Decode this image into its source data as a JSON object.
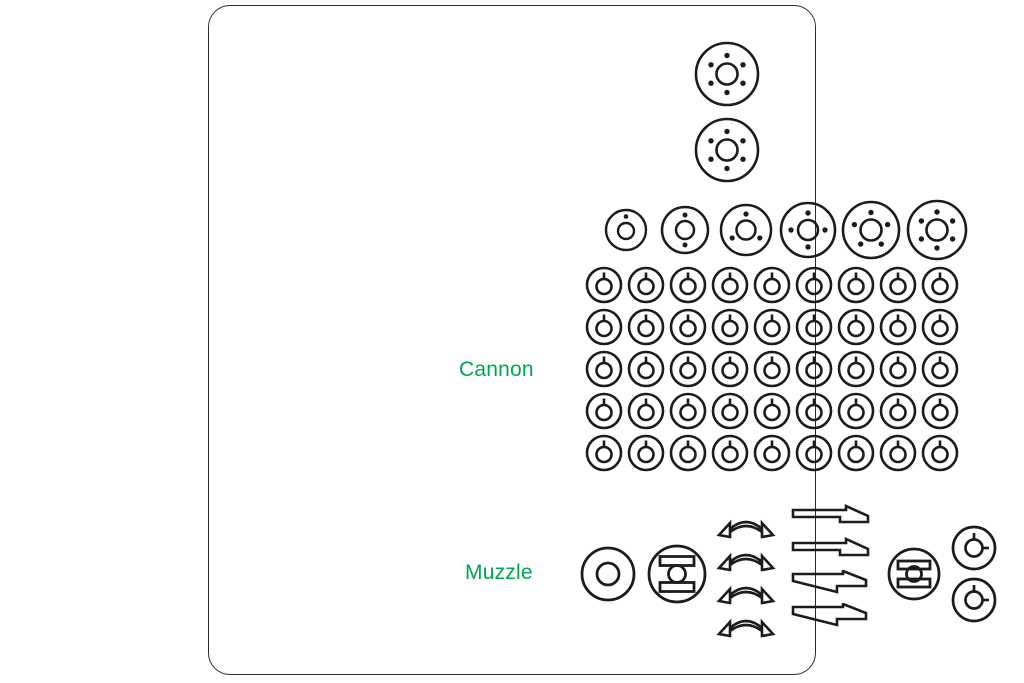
{
  "panel": {
    "background": "#ffffff",
    "border_color": "#2b2b2b",
    "corner_radius": 22
  },
  "accent_color": "#00a650",
  "stroke_color": "#1c1c1c",
  "rows": [
    {
      "key": "cannon",
      "label": "Cannon"
    },
    {
      "key": "muzzle",
      "label": "Muzzle"
    }
  ],
  "top_stack": {
    "name": "six-hole-flange-stack",
    "count": 2,
    "items": [
      {
        "icon": "flange-6-hole-icon",
        "holes": 6,
        "radius": 32
      },
      {
        "icon": "flange-6-hole-icon",
        "holes": 6,
        "radius": 32
      }
    ]
  },
  "flange_progression": {
    "name": "flange-progression-row",
    "count": 6,
    "items": [
      {
        "icon": "flange-1-hole-icon",
        "holes": 1,
        "radius": 22
      },
      {
        "icon": "flange-2-hole-icon",
        "holes": 2,
        "radius": 25
      },
      {
        "icon": "flange-3-hole-icon",
        "holes": 3,
        "radius": 28
      },
      {
        "icon": "flange-4-hole-icon",
        "holes": 4,
        "radius": 30
      },
      {
        "icon": "flange-5-hole-icon",
        "holes": 5,
        "radius": 31
      },
      {
        "icon": "flange-6-hole-icon",
        "holes": 6,
        "radius": 32
      }
    ]
  },
  "cannon_grid": {
    "name": "cannon-port-grid",
    "columns": 9,
    "rows": 5,
    "total": 45,
    "cell_icon": "port-tab-icon",
    "cell_size": 42
  },
  "muzzle_items": {
    "name": "muzzle-component-row",
    "groups": [
      {
        "group": "plain-ring",
        "icon": "ring-icon",
        "count": 1
      },
      {
        "group": "spool-valve-large",
        "icon": "spool-valve-icon",
        "count": 1
      },
      {
        "group": "arch-arrow-stack",
        "icon": "arch-arrow-left-icon",
        "count": 4
      },
      {
        "group": "straight-arrow-stack",
        "icon": "arrow-right-icon",
        "count": 4
      },
      {
        "group": "spool-valve-small",
        "icon": "spool-valve-compact-icon",
        "count": 1
      },
      {
        "group": "crosshair-port-stack",
        "icon": "crosshair-port-icon",
        "count": 2
      }
    ]
  }
}
